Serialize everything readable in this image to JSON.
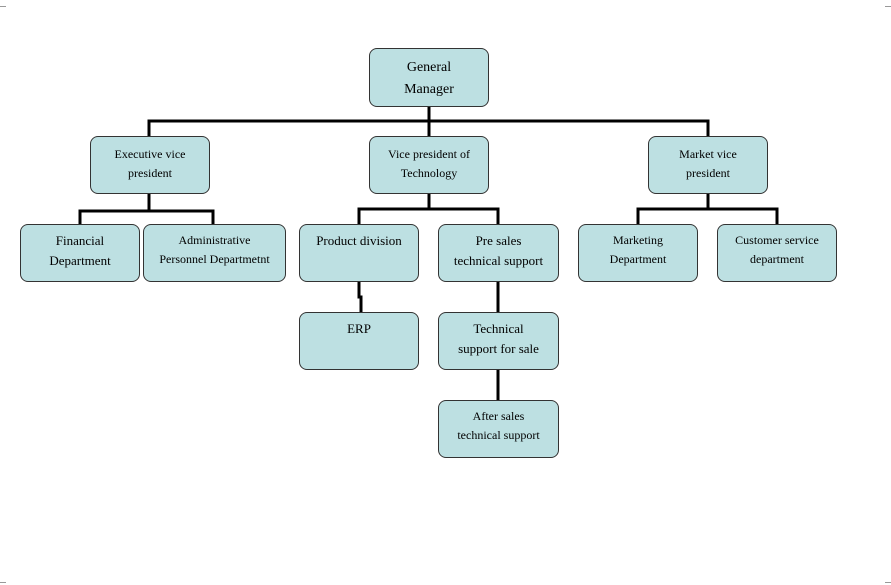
{
  "nodes": {
    "general_manager": [
      "General",
      "Manager"
    ],
    "executive_vp": [
      "Executive vice",
      "president"
    ],
    "vp_technology": [
      "Vice president of",
      "Technology"
    ],
    "market_vp": [
      "Market vice",
      "president"
    ],
    "financial_dept": [
      "Financial",
      "Department"
    ],
    "admin_personnel_dept": [
      "Administrative",
      "Personnel Departmetnt"
    ],
    "product_division": [
      "Product division"
    ],
    "pre_sales_support": [
      "Pre sales",
      "technical support"
    ],
    "marketing_dept": [
      "Marketing",
      "Department"
    ],
    "customer_service_dept": [
      "Customer service",
      "department"
    ],
    "erp": [
      "ERP"
    ],
    "tech_support_sale": [
      "Technical",
      "support for sale"
    ],
    "after_sales_support": [
      "After sales",
      "technical support"
    ]
  },
  "colors": {
    "node_fill": "#bde0e2",
    "node_border": "#333333",
    "connector": "#000000"
  }
}
